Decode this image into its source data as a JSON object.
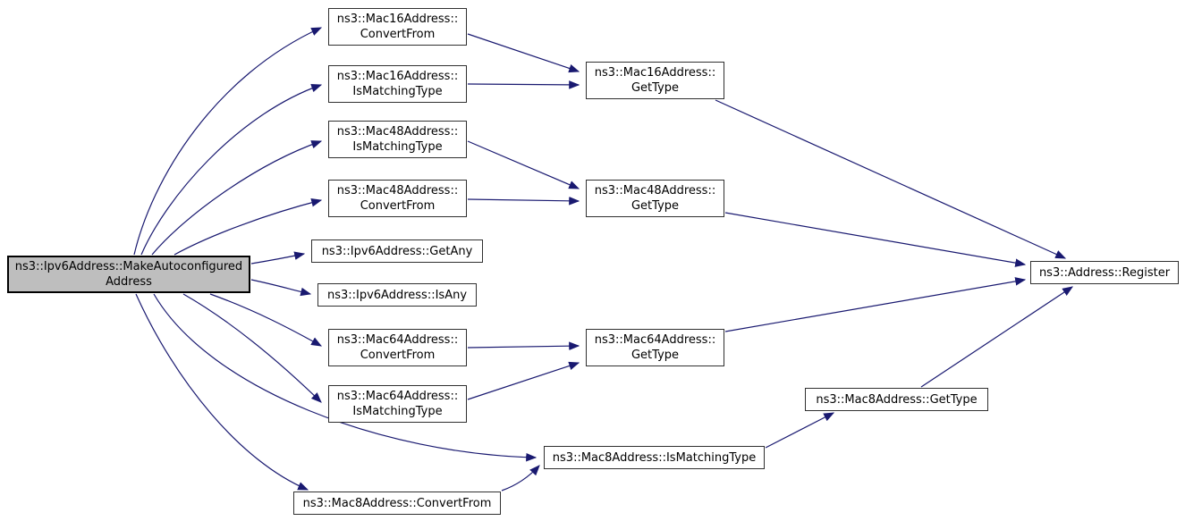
{
  "graph": {
    "type": "call-graph",
    "colors": {
      "background": "#ffffff",
      "edge": "#191970",
      "node_border": "#303030",
      "node_fill": "#ffffff",
      "highlight_node_fill": "#bebebe",
      "highlight_node_border": "#000000",
      "text": "#000000"
    },
    "nodes": {
      "main": {
        "label": "ns3::Ipv6Address::MakeAutoconfiguredAddress",
        "lines": [
          "ns3::Ipv6Address::MakeAutoconfigured",
          "Address"
        ],
        "highlighted": true
      },
      "mac16_convertfrom": {
        "label": "ns3::Mac16Address::ConvertFrom",
        "lines": [
          "ns3::Mac16Address::",
          "ConvertFrom"
        ]
      },
      "mac16_ismatchingtype": {
        "label": "ns3::Mac16Address::IsMatchingType",
        "lines": [
          "ns3::Mac16Address::",
          "IsMatchingType"
        ]
      },
      "mac16_gettype": {
        "label": "ns3::Mac16Address::GetType",
        "lines": [
          "ns3::Mac16Address::",
          "GetType"
        ]
      },
      "mac48_ismatchingtype": {
        "label": "ns3::Mac48Address::IsMatchingType",
        "lines": [
          "ns3::Mac48Address::",
          "IsMatchingType"
        ]
      },
      "mac48_convertfrom": {
        "label": "ns3::Mac48Address::ConvertFrom",
        "lines": [
          "ns3::Mac48Address::",
          "ConvertFrom"
        ]
      },
      "mac48_gettype": {
        "label": "ns3::Mac48Address::GetType",
        "lines": [
          "ns3::Mac48Address::",
          "GetType"
        ]
      },
      "ipv6_getany": {
        "label": "ns3::Ipv6Address::GetAny",
        "lines": [
          "ns3::Ipv6Address::GetAny"
        ]
      },
      "ipv6_isany": {
        "label": "ns3::Ipv6Address::IsAny",
        "lines": [
          "ns3::Ipv6Address::IsAny"
        ]
      },
      "mac64_convertfrom": {
        "label": "ns3::Mac64Address::ConvertFrom",
        "lines": [
          "ns3::Mac64Address::",
          "ConvertFrom"
        ]
      },
      "mac64_ismatchingtype": {
        "label": "ns3::Mac64Address::IsMatchingType",
        "lines": [
          "ns3::Mac64Address::",
          "IsMatchingType"
        ]
      },
      "mac64_gettype": {
        "label": "ns3::Mac64Address::GetType",
        "lines": [
          "ns3::Mac64Address::",
          "GetType"
        ]
      },
      "mac8_gettype": {
        "label": "ns3::Mac8Address::GetType",
        "lines": [
          "ns3::Mac8Address::GetType"
        ]
      },
      "mac8_ismatchingtype": {
        "label": "ns3::Mac8Address::IsMatchingType",
        "lines": [
          "ns3::Mac8Address::IsMatchingType"
        ]
      },
      "mac8_convertfrom": {
        "label": "ns3::Mac8Address::ConvertFrom",
        "lines": [
          "ns3::Mac8Address::ConvertFrom"
        ]
      },
      "address_register": {
        "label": "ns3::Address::Register",
        "lines": [
          "ns3::Address::Register"
        ]
      }
    },
    "edges": [
      {
        "from": "main",
        "to": "mac16_convertfrom"
      },
      {
        "from": "main",
        "to": "mac16_ismatchingtype"
      },
      {
        "from": "main",
        "to": "mac48_ismatchingtype"
      },
      {
        "from": "main",
        "to": "mac48_convertfrom"
      },
      {
        "from": "main",
        "to": "ipv6_getany"
      },
      {
        "from": "main",
        "to": "ipv6_isany"
      },
      {
        "from": "main",
        "to": "mac64_convertfrom"
      },
      {
        "from": "main",
        "to": "mac64_ismatchingtype"
      },
      {
        "from": "main",
        "to": "mac8_ismatchingtype"
      },
      {
        "from": "main",
        "to": "mac8_convertfrom"
      },
      {
        "from": "mac16_convertfrom",
        "to": "mac16_gettype"
      },
      {
        "from": "mac16_ismatchingtype",
        "to": "mac16_gettype"
      },
      {
        "from": "mac48_ismatchingtype",
        "to": "mac48_gettype"
      },
      {
        "from": "mac48_convertfrom",
        "to": "mac48_gettype"
      },
      {
        "from": "mac64_convertfrom",
        "to": "mac64_gettype"
      },
      {
        "from": "mac64_ismatchingtype",
        "to": "mac64_gettype"
      },
      {
        "from": "mac8_convertfrom",
        "to": "mac8_ismatchingtype"
      },
      {
        "from": "mac8_ismatchingtype",
        "to": "mac8_gettype"
      },
      {
        "from": "mac16_gettype",
        "to": "address_register"
      },
      {
        "from": "mac48_gettype",
        "to": "address_register"
      },
      {
        "from": "mac64_gettype",
        "to": "address_register"
      },
      {
        "from": "mac8_gettype",
        "to": "address_register"
      }
    ]
  }
}
